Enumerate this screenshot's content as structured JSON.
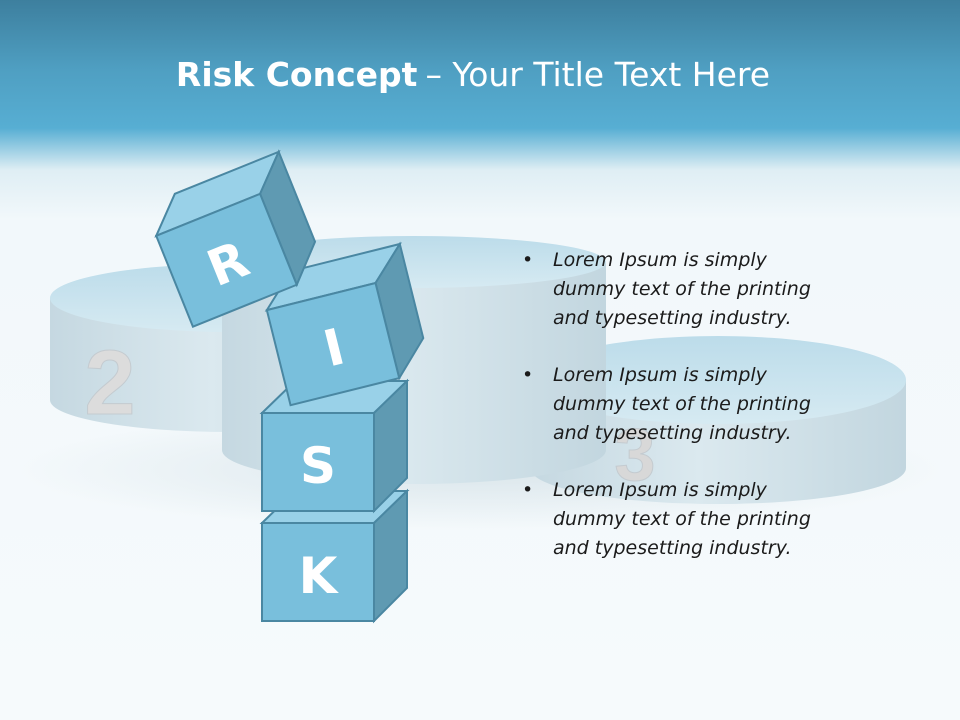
{
  "header": {
    "title_bold": "Risk Concept",
    "title_rest": "– Your Title Text Here"
  },
  "podium": {
    "place_2": "2",
    "place_3": "3"
  },
  "blocks": {
    "b1": "R",
    "b2": "I",
    "b3": "S",
    "b4": "K"
  },
  "bullets": [
    {
      "text": "Lorem Ipsum is simply dummy text of the printing and typesetting industry."
    },
    {
      "text": "Lorem Ipsum is simply dummy text of the printing and typesetting industry."
    },
    {
      "text": "Lorem Ipsum is simply dummy text of the printing and typesetting industry."
    }
  ],
  "colors": {
    "header_blue": "#4fa3c7",
    "block_front": "#79bfdc",
    "block_top": "#99d1e8",
    "block_side": "#5f9ab2",
    "block_stroke": "#4a87a2"
  }
}
